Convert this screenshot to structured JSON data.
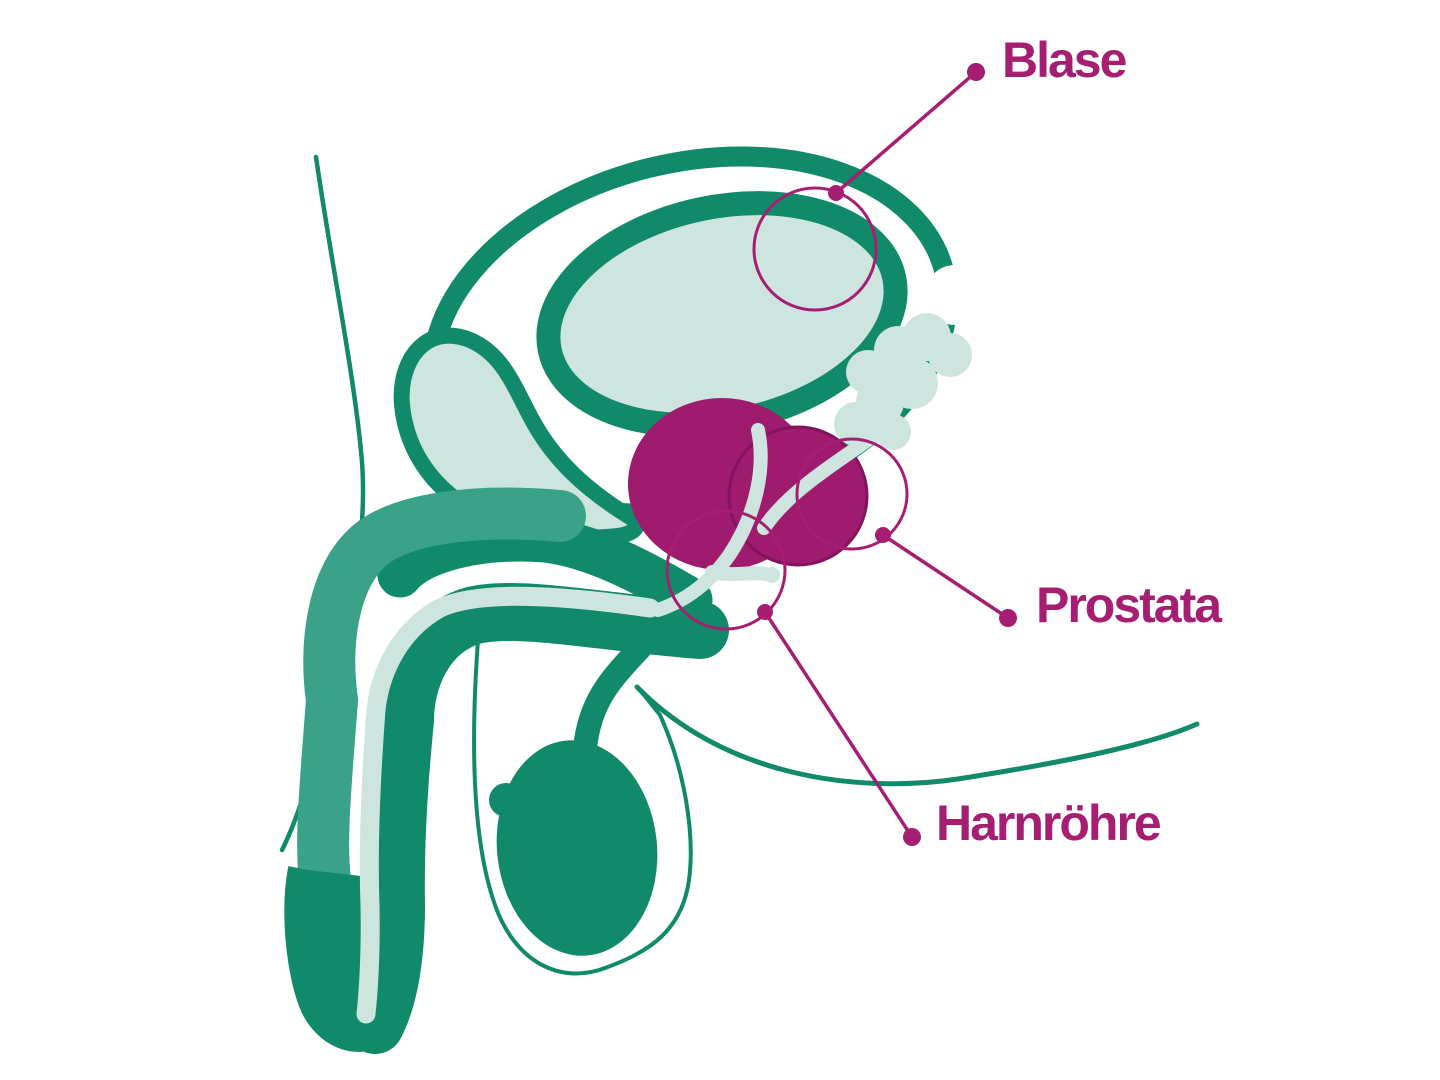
{
  "diagram": {
    "type": "anatomical-illustration",
    "language": "de",
    "labels": {
      "blase": "Blase",
      "prostata": "Prostata",
      "harnroehre": "Harnröhre"
    },
    "colors": {
      "label_text": "#a61e72",
      "callout_line": "#a61e72",
      "prostate_fill": "#9e1b6d",
      "prostate_lobe_edge": "#84125e",
      "outline_green": "#118a69",
      "midtone_green": "#3aa287",
      "pale_mint": "#cde5de",
      "background": "#ffffff"
    }
  }
}
